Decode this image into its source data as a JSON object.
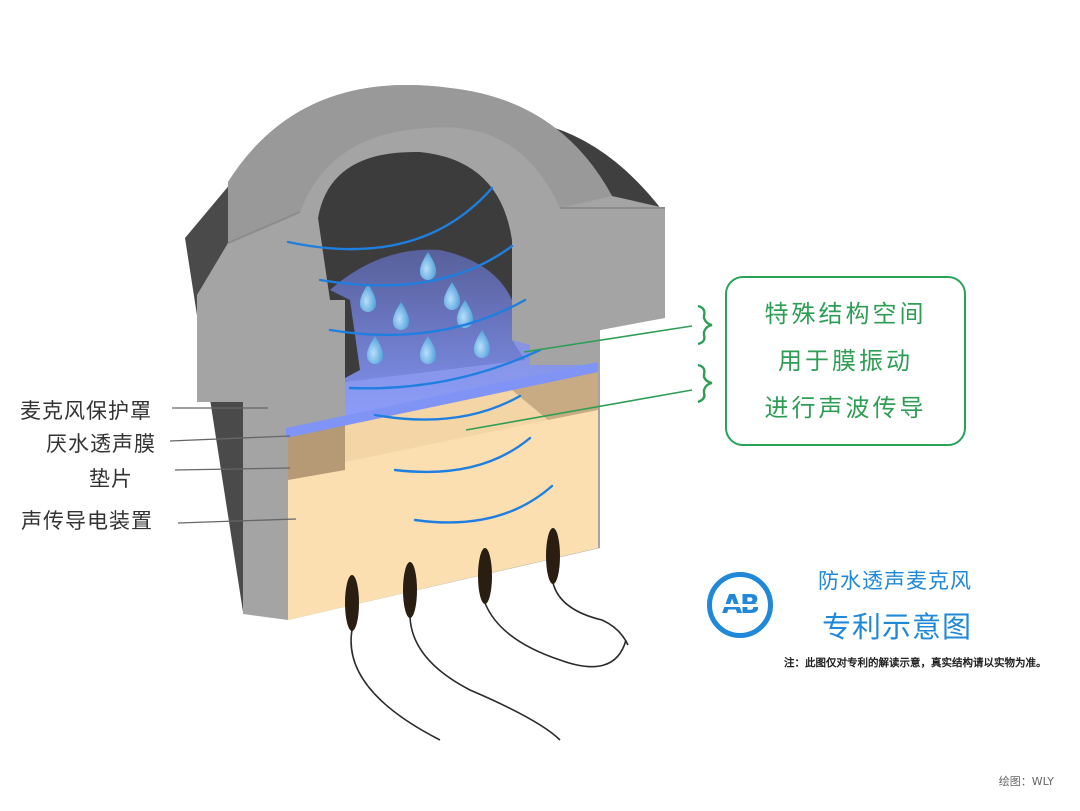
{
  "labels": {
    "mic_cover": "麦克风保护罩",
    "membrane": "厌水透声膜",
    "gasket": "垫片",
    "transducer": "声传导电装置"
  },
  "callout": {
    "lines": [
      "特殊结构空间",
      "用于膜振动",
      "进行声波传导"
    ]
  },
  "logo": {
    "text": "AB"
  },
  "title": {
    "line1": "防水透声麦克风",
    "line2": "专利示意图"
  },
  "note": "注：此图仅对专利的解读示意，真实结构请以实物为准。",
  "credit": "绘图：WLY",
  "colors": {
    "housing_front": "#a4a4a4",
    "housing_dark": "#4a4a4a",
    "membrane": "#7f94f5",
    "gasket": "#b69a75",
    "transducer": "#fbdfb0",
    "sound_wave": "#1e7fe0",
    "callout_green": "#27a35a",
    "brand_blue": "#1f88d8"
  }
}
